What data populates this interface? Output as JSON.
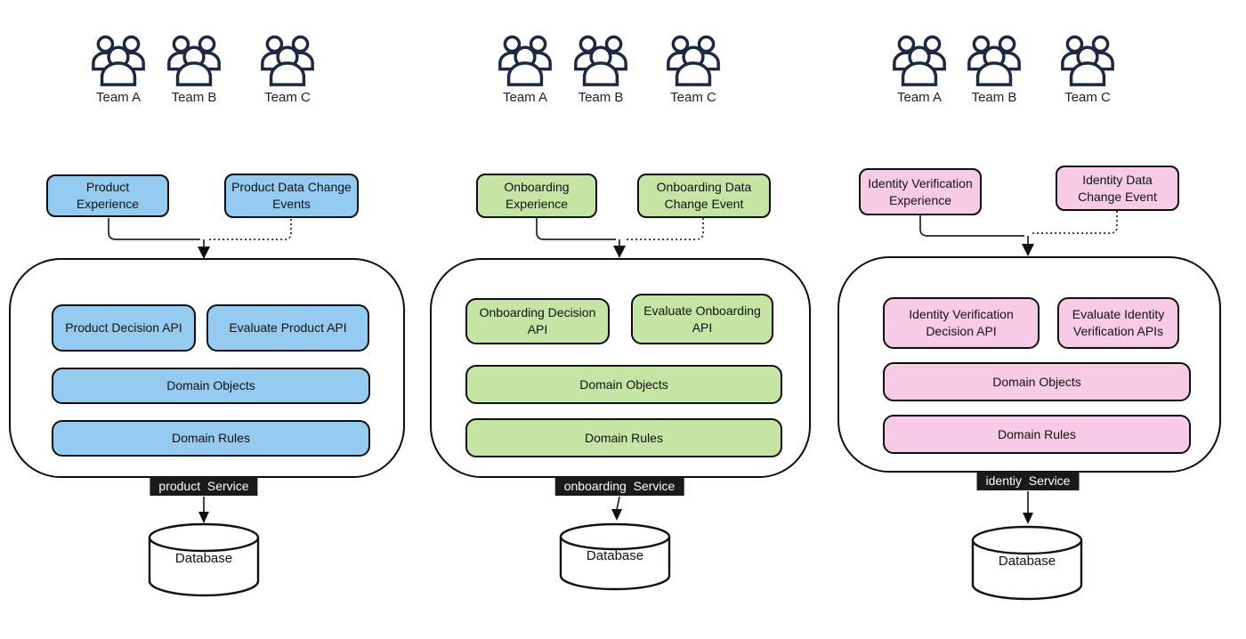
{
  "diagram_title": "Decision service architecture diagram (three bounded-context services)",
  "colors": {
    "product_accent": "#96CBF1",
    "onboarding_accent": "#C6E5A5",
    "identity_accent": "#F7CBE5",
    "team_icon_stroke": "#1B2A41",
    "service_tag_bg": "#1A1A1A",
    "node_border": "#0D0D0D"
  },
  "columns": [
    {
      "id": "product",
      "teams": [
        "Team A",
        "Team B",
        "Team C"
      ],
      "experience_box": "Product Experience",
      "event_box": "Product Data Change Events",
      "decision_api": "Product Decision API",
      "evaluate_api": "Evaluate Product API",
      "domain_objects": "Domain Objects",
      "domain_rules": "Domain Rules",
      "service_label": "product  Service",
      "database_label": "Database"
    },
    {
      "id": "onboarding",
      "teams": [
        "Team A",
        "Team B",
        "Team C"
      ],
      "experience_box": "Onboarding Experience",
      "event_box": "Onboarding Data Change Event",
      "decision_api": "Onboarding Decision API",
      "evaluate_api": "Evaluate Onboarding API",
      "domain_objects": "Domain Objects",
      "domain_rules": "Domain Rules",
      "service_label": "onboarding  Service",
      "database_label": "Database"
    },
    {
      "id": "identity",
      "teams": [
        "Team A",
        "Team B",
        "Team C"
      ],
      "experience_box": "Identity Verification Experience",
      "event_box": "Identity Data Change Event",
      "decision_api": "Identity Verification Decision API",
      "evaluate_api": "Evaluate Identity Verification APIs",
      "domain_objects": "Domain Objects",
      "domain_rules": "Domain Rules",
      "service_label": "identiy  Service",
      "database_label": "Database"
    }
  ]
}
